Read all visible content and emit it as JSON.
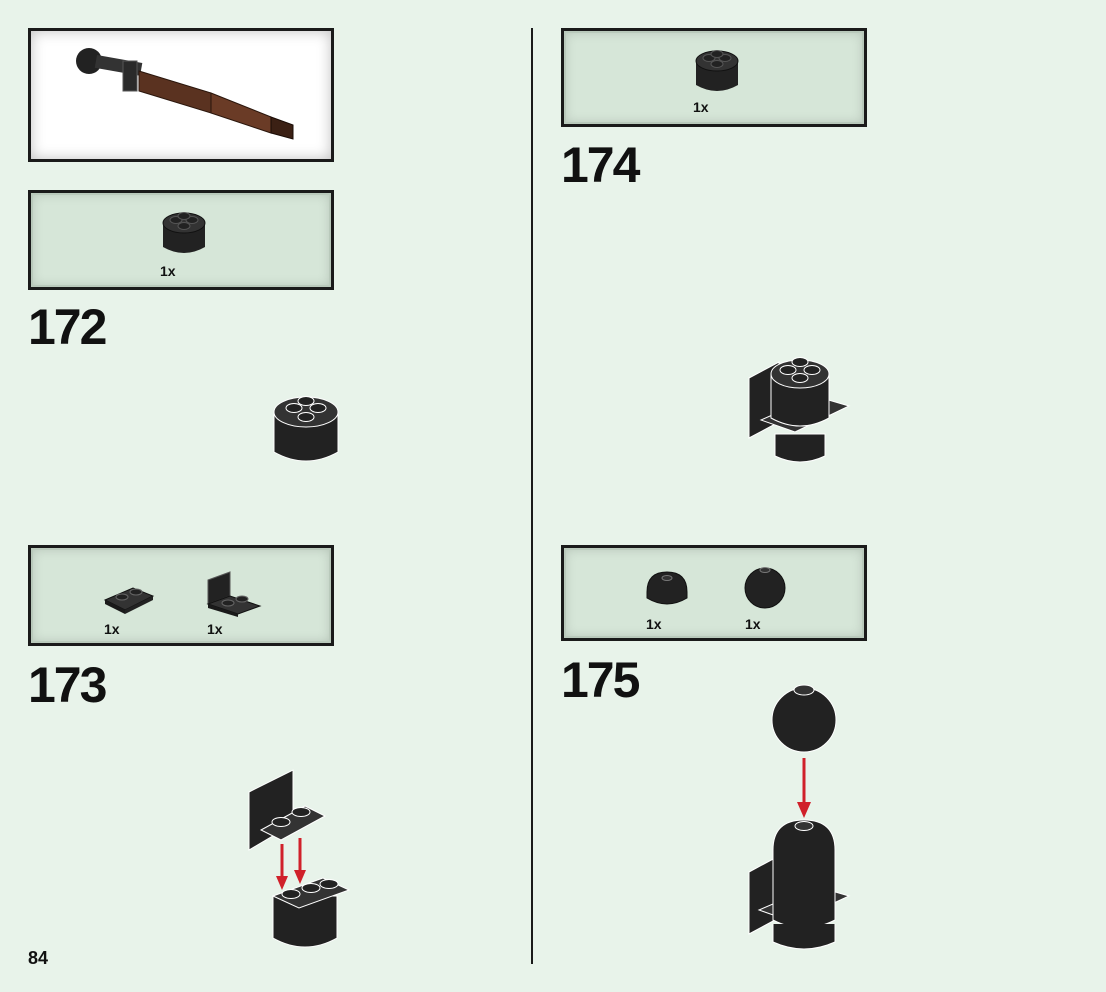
{
  "page_number": "84",
  "colors": {
    "background": "#e8f3ea",
    "callout": "#d6e6d8",
    "brick": "#222222",
    "arrow": "#d0202a",
    "brown": "#5a3220"
  },
  "steps": [
    {
      "number": "172",
      "parts": [
        {
          "qty": "1x",
          "icon": "round-brick-2x2-icon"
        }
      ]
    },
    {
      "number": "173",
      "parts": [
        {
          "qty": "1x",
          "icon": "plate-1x2-icon"
        },
        {
          "qty": "1x",
          "icon": "bracket-icon"
        }
      ]
    },
    {
      "number": "174",
      "parts": [
        {
          "qty": "1x",
          "icon": "round-brick-2x2-icon"
        }
      ]
    },
    {
      "number": "175",
      "parts": [
        {
          "qty": "1x",
          "icon": "dome-icon"
        },
        {
          "qty": "1x",
          "icon": "sphere-icon"
        }
      ]
    }
  ]
}
